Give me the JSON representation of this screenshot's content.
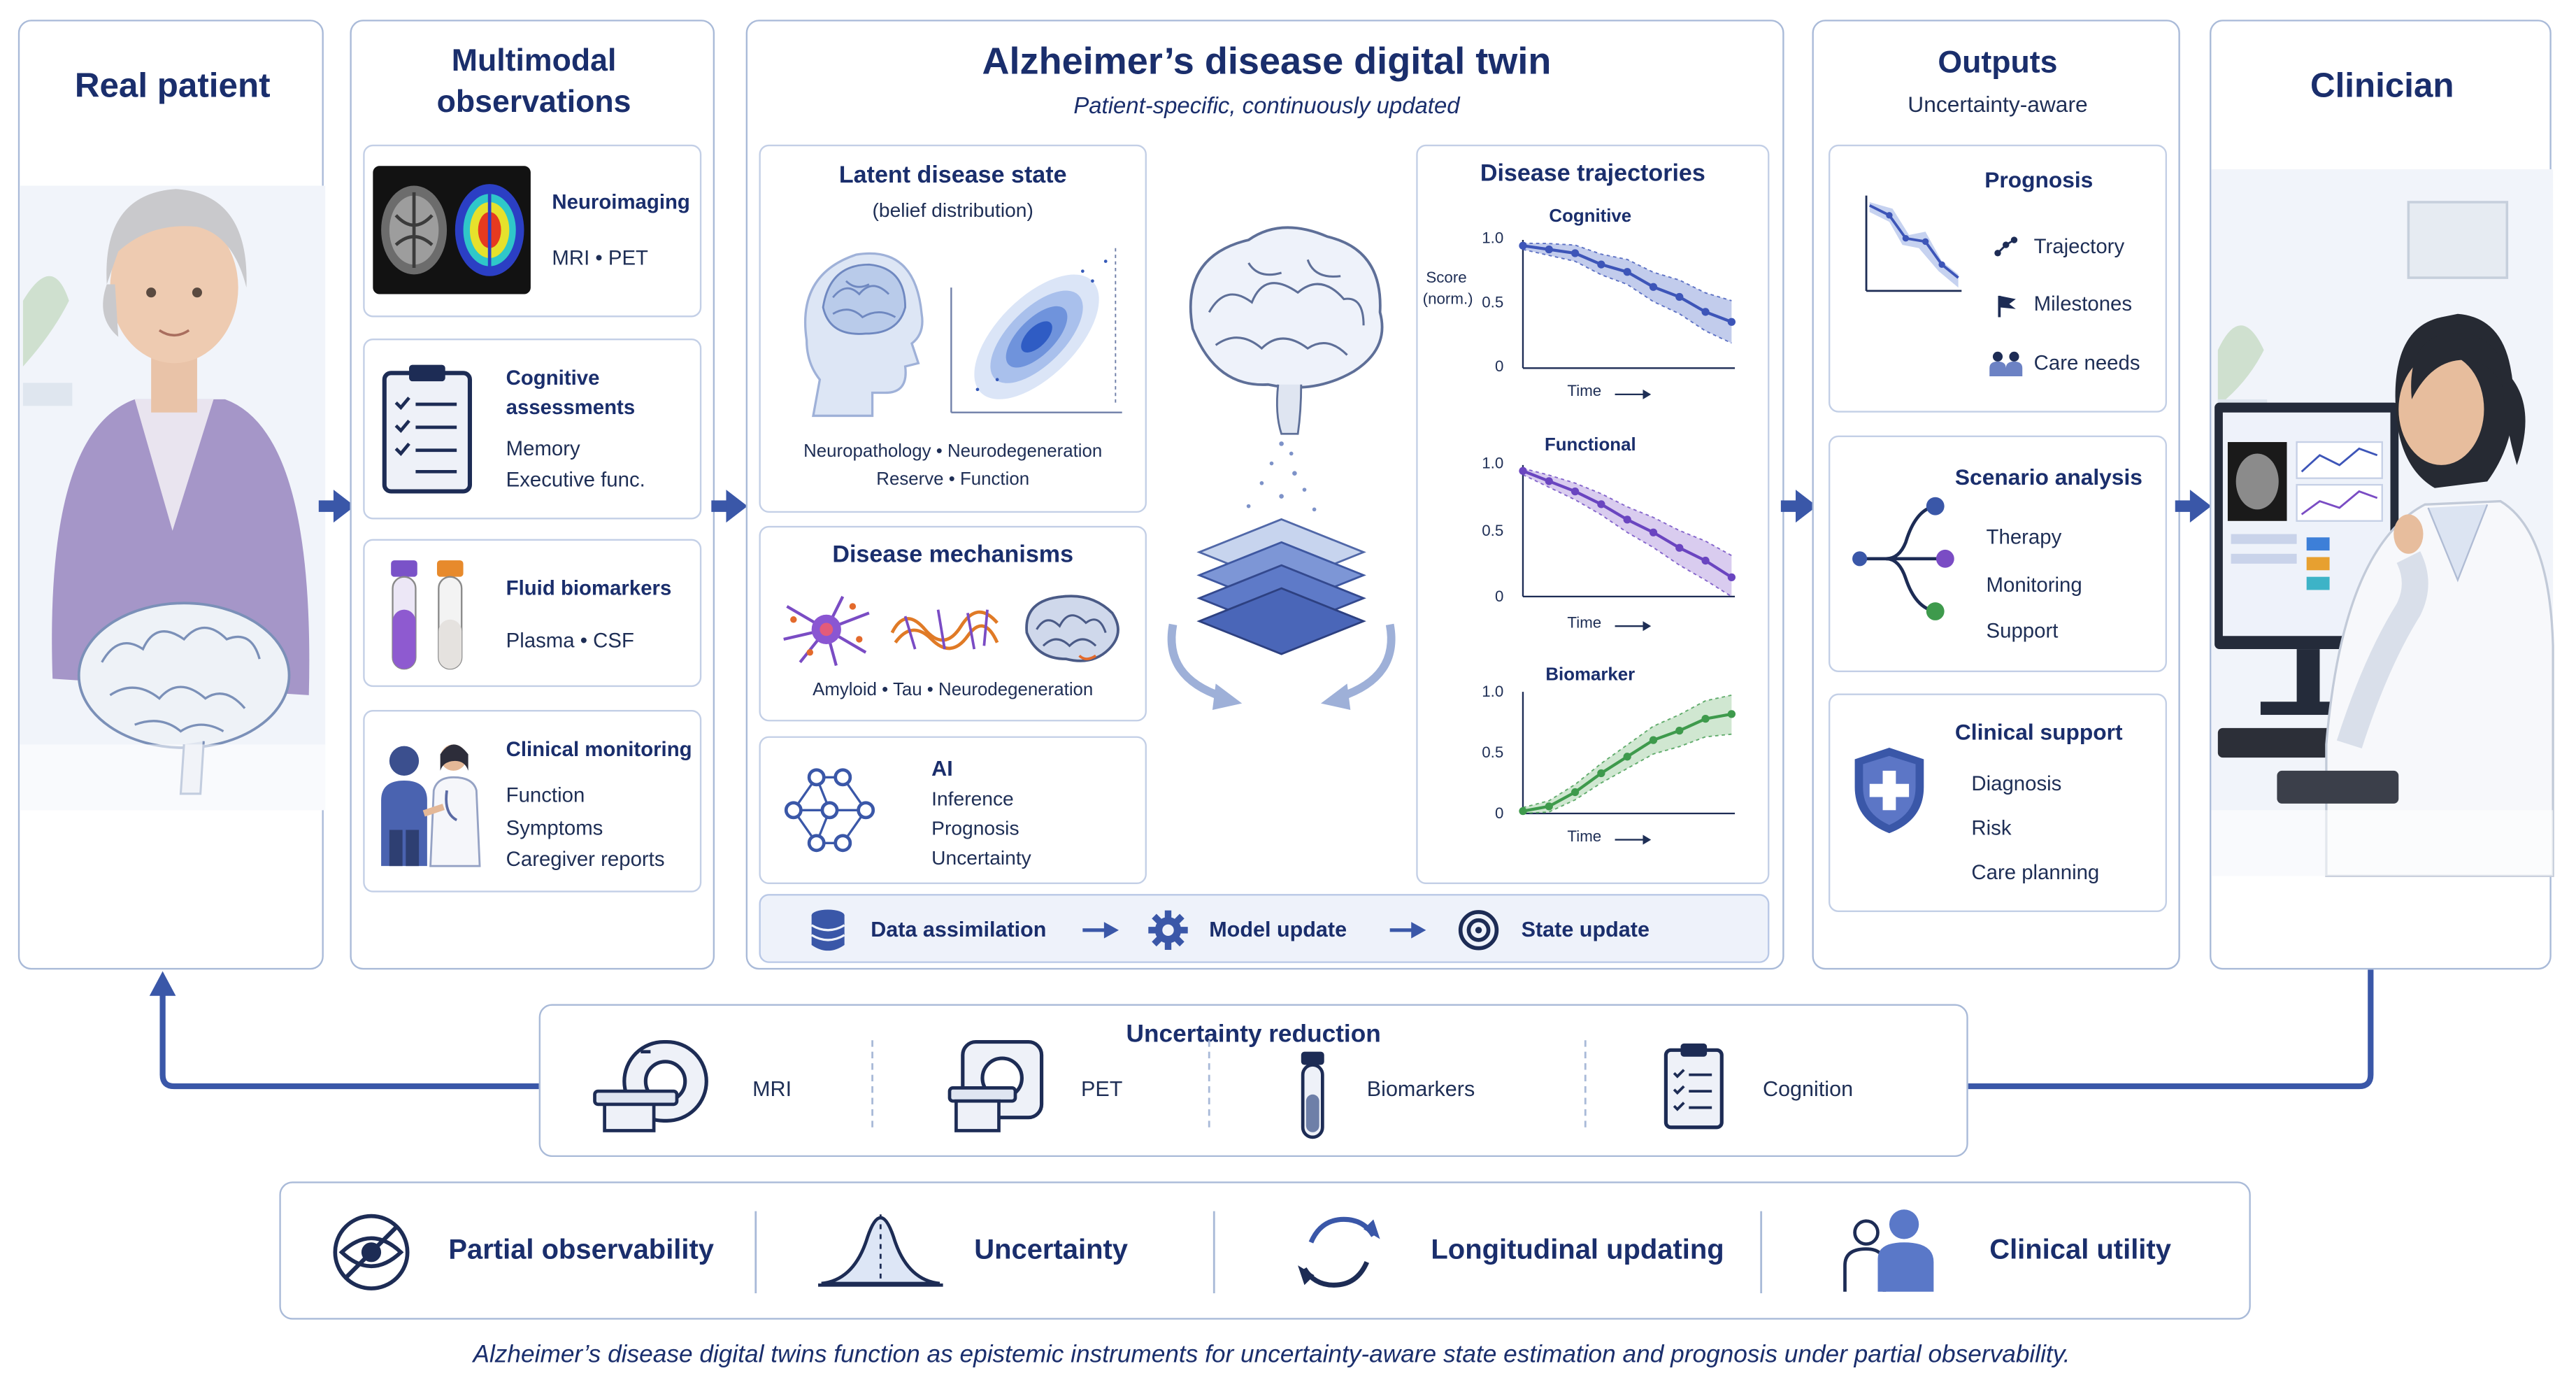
{
  "colors": {
    "navy": "#1a2e6c",
    "border": "#a9bad8",
    "blue": "#3d55b8",
    "purple": "#6a45c0",
    "green": "#3e9a4c",
    "arrow": "#3a57a8",
    "light": "#eef2fa"
  },
  "real_patient": {
    "title": "Real patient"
  },
  "observations": {
    "title_line1": "Multimodal",
    "title_line2": "observations",
    "neuroimaging": {
      "title": "Neuroimaging",
      "detail": "MRI  •  PET",
      "icon": "brain-scan-icon"
    },
    "cognitive": {
      "title_line1": "Cognitive",
      "title_line2": "assessments",
      "line1": "Memory",
      "line2": "Executive func.",
      "icon": "clipboard-icon"
    },
    "fluid": {
      "title": "Fluid biomarkers",
      "detail": "Plasma  •  CSF",
      "icon": "test-tube-icon"
    },
    "clinical": {
      "title": "Clinical monitoring",
      "line1": "Function",
      "line2": "Symptoms",
      "line3": "Caregiver reports",
      "icon": "clinician-patient-icon"
    }
  },
  "twin": {
    "title": "Alzheimer’s disease digital twin",
    "subtitle": "Patient-specific, continuously updated",
    "latent": {
      "title": "Latent disease state",
      "subtitle": "(belief distribution)",
      "line1": "Neuropathology  •  Neurodegeneration",
      "line2": "Reserve  •  Function"
    },
    "mechanisms": {
      "title": "Disease mechanisms",
      "caption": "Amyloid  •  Tau  •  Neurodegeneration"
    },
    "ai": {
      "title": "AI",
      "line1": "Inference",
      "line2": "Prognosis",
      "line3": "Uncertainty"
    },
    "trajectories": {
      "title": "Disease trajectories",
      "ylabel_line1": "Score",
      "ylabel_line2": "(norm.)",
      "time_label": "Time"
    },
    "pipeline": {
      "step1": "Data assimilation",
      "step2": "Model update",
      "step3": "State update"
    }
  },
  "chart_data": [
    {
      "type": "line",
      "title": "Cognitive",
      "ylim": [
        0,
        1
      ],
      "yticks": [
        "1.0",
        "0.5",
        "0"
      ],
      "xlabel": "Time",
      "ylabel": "Score (norm.)",
      "x": [
        0,
        1,
        2,
        3,
        4,
        5,
        6,
        7,
        8
      ],
      "series": [
        {
          "values": [
            0.98,
            0.95,
            0.92,
            0.83,
            0.77,
            0.65,
            0.57,
            0.45,
            0.37
          ]
        }
      ],
      "color": "#3d55b8",
      "band": "#8fa3dd"
    },
    {
      "type": "line",
      "title": "Functional",
      "ylim": [
        0,
        1
      ],
      "yticks": [
        "1.0",
        "0.5",
        "0"
      ],
      "xlabel": "Time",
      "x": [
        0,
        1,
        2,
        3,
        4,
        5,
        6,
        7,
        8
      ],
      "series": [
        {
          "values": [
            0.98,
            0.9,
            0.82,
            0.72,
            0.6,
            0.5,
            0.38,
            0.28,
            0.15
          ]
        }
      ],
      "color": "#6a45c0",
      "band": "#b9a3e2"
    },
    {
      "type": "line",
      "title": "Biomarker",
      "ylim": [
        0,
        1
      ],
      "yticks": [
        "1.0",
        "0.5",
        "0"
      ],
      "xlabel": "Time",
      "x": [
        0,
        1,
        2,
        3,
        4,
        5,
        6,
        7,
        8
      ],
      "series": [
        {
          "values": [
            0.02,
            0.06,
            0.18,
            0.34,
            0.48,
            0.62,
            0.7,
            0.8,
            0.84
          ]
        }
      ],
      "color": "#3e9a4c",
      "band": "#a9d4ab"
    }
  ],
  "outputs": {
    "title": "Outputs",
    "subtitle": "Uncertainty-aware",
    "prognosis": {
      "title": "Prognosis",
      "item1": "Trajectory",
      "item2": "Milestones",
      "item3": "Care needs"
    },
    "scenario": {
      "title": "Scenario analysis",
      "item1": "Therapy",
      "item2": "Monitoring",
      "item3": "Support"
    },
    "support": {
      "title": "Clinical support",
      "item1": "Diagnosis",
      "item2": "Risk",
      "item3": "Care planning"
    }
  },
  "clinician": {
    "title": "Clinician"
  },
  "uncertainty_reduction": {
    "title": "Uncertainty reduction",
    "item1": "MRI",
    "item2": "PET",
    "item3": "Biomarkers",
    "item4": "Cognition"
  },
  "principles": {
    "p1": "Partial observability",
    "p2": "Uncertainty",
    "p3": "Longitudinal updating",
    "p4": "Clinical utility"
  },
  "caption": "Alzheimer’s disease digital twins function as epistemic instruments for uncertainty-aware state estimation and prognosis under partial observability."
}
